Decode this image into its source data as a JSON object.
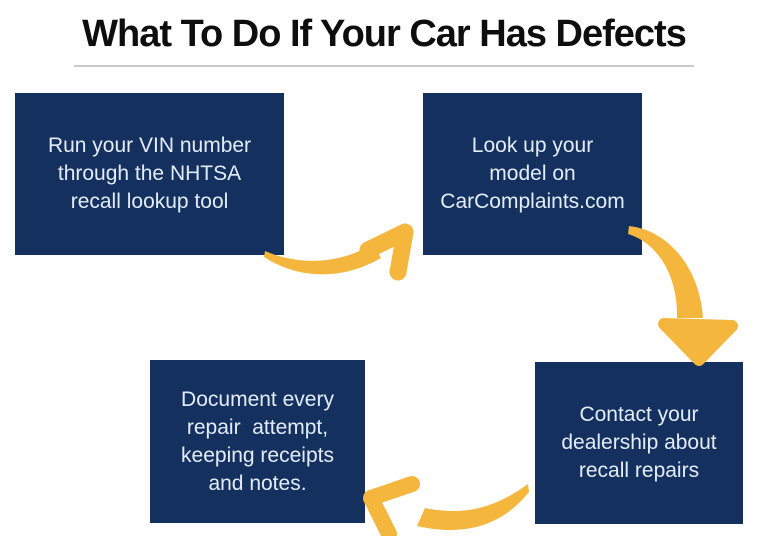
{
  "title": "What To Do If Your Car Has Defects",
  "colors": {
    "background": "#ffffff",
    "title": "#0e0e0e",
    "divider": "#c9c9c9",
    "box_bg": "#14305f",
    "box_text": "#e3edf9",
    "arrow": "#f5b63e"
  },
  "steps": [
    {
      "name": "step-vin-lookup",
      "lines": [
        "Run your VIN number",
        "through the NHTSA",
        "recall lookup tool"
      ]
    },
    {
      "name": "step-carcomplaints",
      "lines": [
        "Look up your",
        "model on",
        "CarComplaints.com"
      ]
    },
    {
      "name": "step-document-repairs",
      "lines": [
        "Document every",
        "repair  attempt,",
        "keeping receipts",
        "and notes."
      ]
    },
    {
      "name": "step-contact-dealership",
      "lines": [
        "Contact your",
        "dealership about",
        "recall repairs"
      ]
    }
  ],
  "arrows": [
    {
      "name": "curved-arrow-step1-to-step2"
    },
    {
      "name": "curved-arrow-step2-to-step4"
    },
    {
      "name": "curved-arrow-step4-to-step3"
    }
  ]
}
